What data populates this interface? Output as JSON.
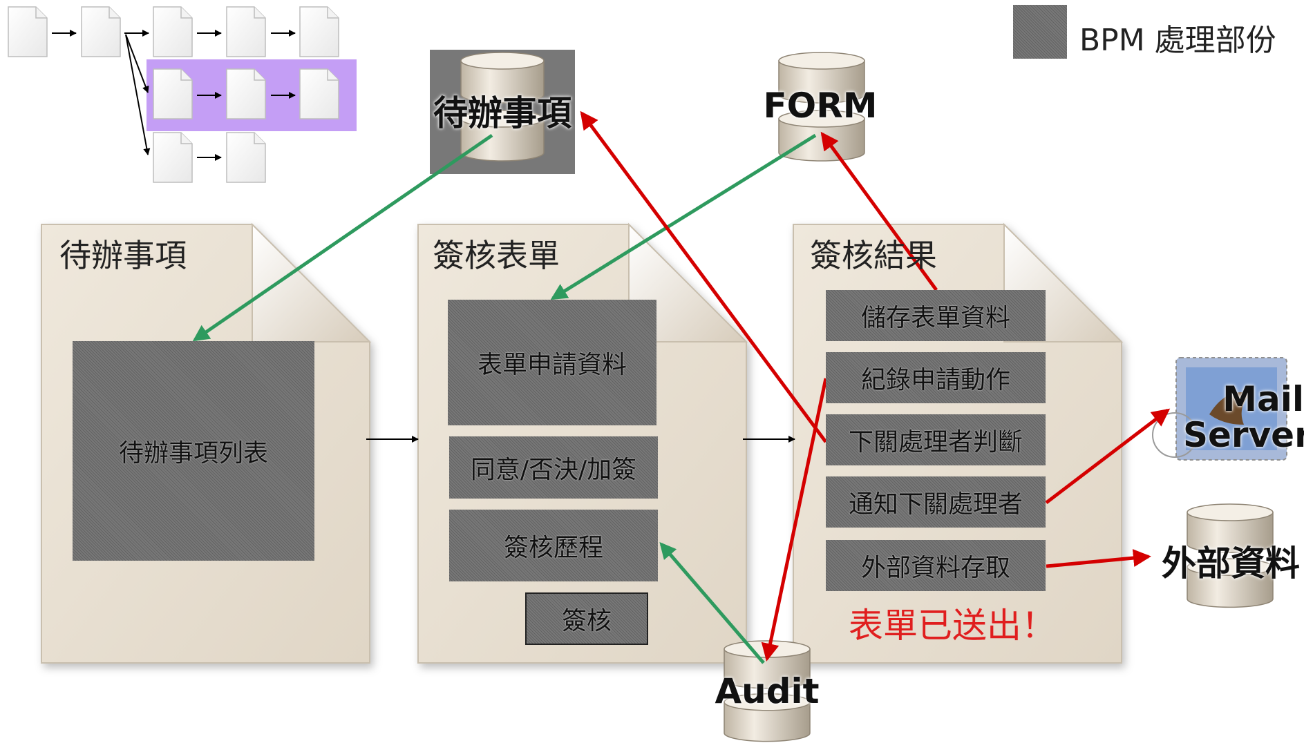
{
  "legend": {
    "label": "BPM 處理部份"
  },
  "databases": {
    "todo": "待辦事項",
    "form": "FORM",
    "audit": "Audit",
    "external": "外部資料",
    "mail": "Mail Server"
  },
  "docs": {
    "todo": {
      "title": "待辦事項",
      "box": "待辦事項列表"
    },
    "signoff": {
      "title": "簽核表單",
      "boxes": [
        "表單申請資料",
        "同意/否決/加簽",
        "簽核歷程"
      ],
      "button": "簽核"
    },
    "result": {
      "title": "簽核結果",
      "items": [
        "儲存表單資料",
        "紀錄申請動作",
        "下關處理者判斷",
        "通知下關處理者",
        "外部資料存取"
      ],
      "message": "表單已送出！"
    }
  },
  "colors": {
    "red": "#d40000",
    "green": "#2e9a5e",
    "purple": "#c49ef5"
  }
}
